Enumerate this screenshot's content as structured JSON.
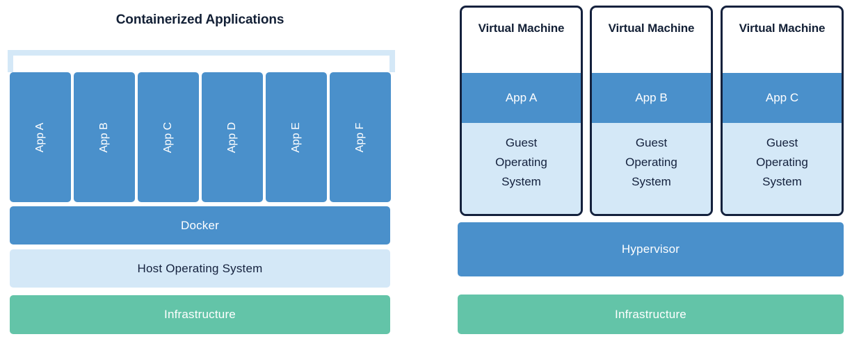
{
  "colors": {
    "blue": "#4a90cb",
    "light_blue": "#d4e8f7",
    "teal": "#63c4a8",
    "navy": "#14213d",
    "white": "#ffffff"
  },
  "left": {
    "title": "Containerized Applications",
    "apps": [
      {
        "label": "App A"
      },
      {
        "label": "App B"
      },
      {
        "label": "App C"
      },
      {
        "label": "App D"
      },
      {
        "label": "App E"
      },
      {
        "label": "App F"
      }
    ],
    "layers": [
      {
        "label": "Docker",
        "color": "blue"
      },
      {
        "label": "Host Operating System",
        "color": "light_blue"
      },
      {
        "label": "Infrastructure",
        "color": "teal"
      }
    ]
  },
  "right": {
    "vms": [
      {
        "title": "Virtual Machine",
        "app": "App A",
        "guest_os": "Guest\nOperating\nSystem"
      },
      {
        "title": "Virtual Machine",
        "app": "App B",
        "guest_os": "Guest\nOperating\nSystem"
      },
      {
        "title": "Virtual Machine",
        "app": "App C",
        "guest_os": "Guest\nOperating\nSystem"
      }
    ],
    "layers": [
      {
        "label": "Hypervisor",
        "color": "blue"
      },
      {
        "label": "Infrastructure",
        "color": "teal"
      }
    ]
  }
}
